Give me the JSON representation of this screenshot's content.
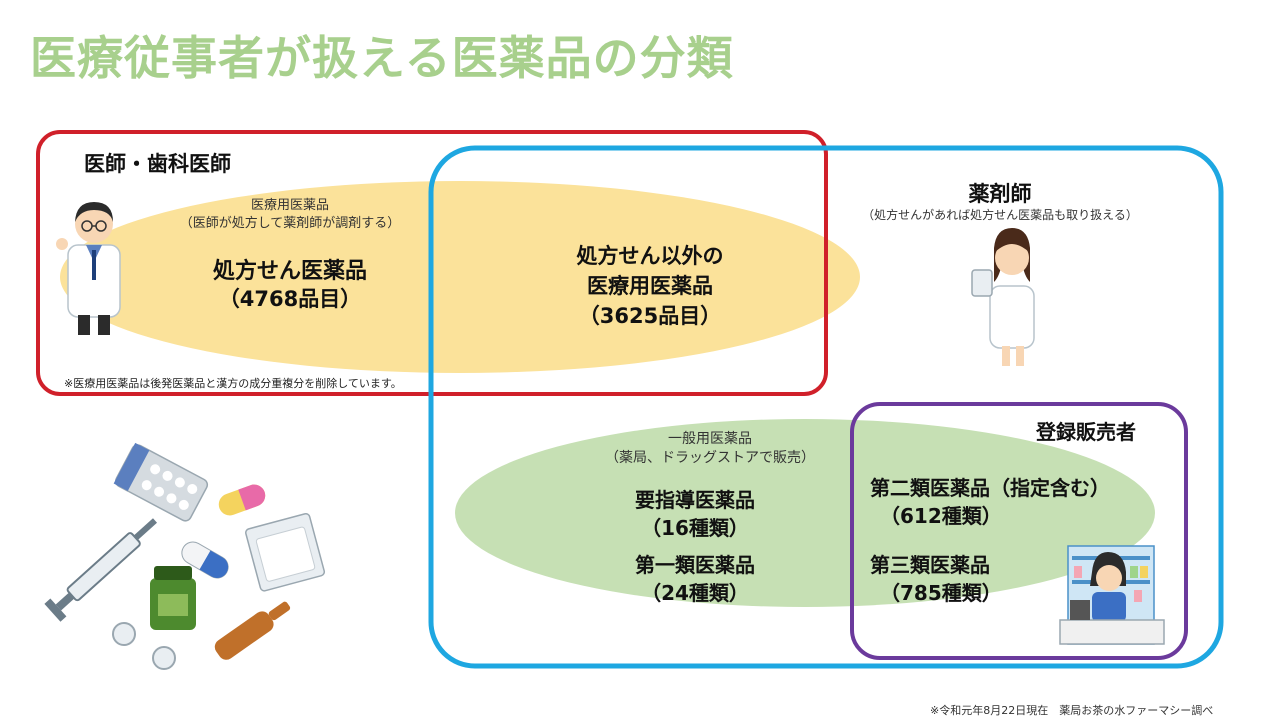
{
  "title": "医療従事者が扱える医薬品の分類",
  "doctor": {
    "title": "医師・歯科医師"
  },
  "prescription_area": {
    "category": "医療用医薬品",
    "category_desc": "（医師が処方して薬剤師が調剤する）",
    "rx": {
      "name": "処方せん医薬品",
      "count": "（4768品目）"
    },
    "non_rx": {
      "line1": "処方せん以外の",
      "line2": "医療用医薬品",
      "count": "（3625品目）"
    }
  },
  "note": "※医療用医薬品は後発医薬品と漢方の成分重複分を削除しています。",
  "pharmacist": {
    "title": "薬剤師",
    "desc": "（処方せんがあれば処方せん医薬品も取り扱える）"
  },
  "otc_area": {
    "category": "一般用医薬品",
    "category_desc": "（薬局、ドラッグストアで販売）",
    "requires_guidance": {
      "name": "要指導医薬品",
      "count": "（16種類）"
    },
    "class1": {
      "name": "第一類医薬品",
      "count": "（24種類）"
    }
  },
  "registered_seller": {
    "title": "登録販売者",
    "class2": {
      "name": "第二類医薬品（指定含む）",
      "count": "（612種類）"
    },
    "class3": {
      "name": "第三類医薬品",
      "count": "（785種類）"
    }
  },
  "source": "※令和元年8月22日現在　薬局お茶の水ファーマシー調べ",
  "colors": {
    "title": "#a8d08d",
    "doctor_border": "#d0202a",
    "pharmacist_border": "#1ea7e1",
    "seller_border": "#6b3a9c",
    "rx_ellipse": "#fbe29a",
    "otc_ellipse": "#c6e0b4"
  }
}
